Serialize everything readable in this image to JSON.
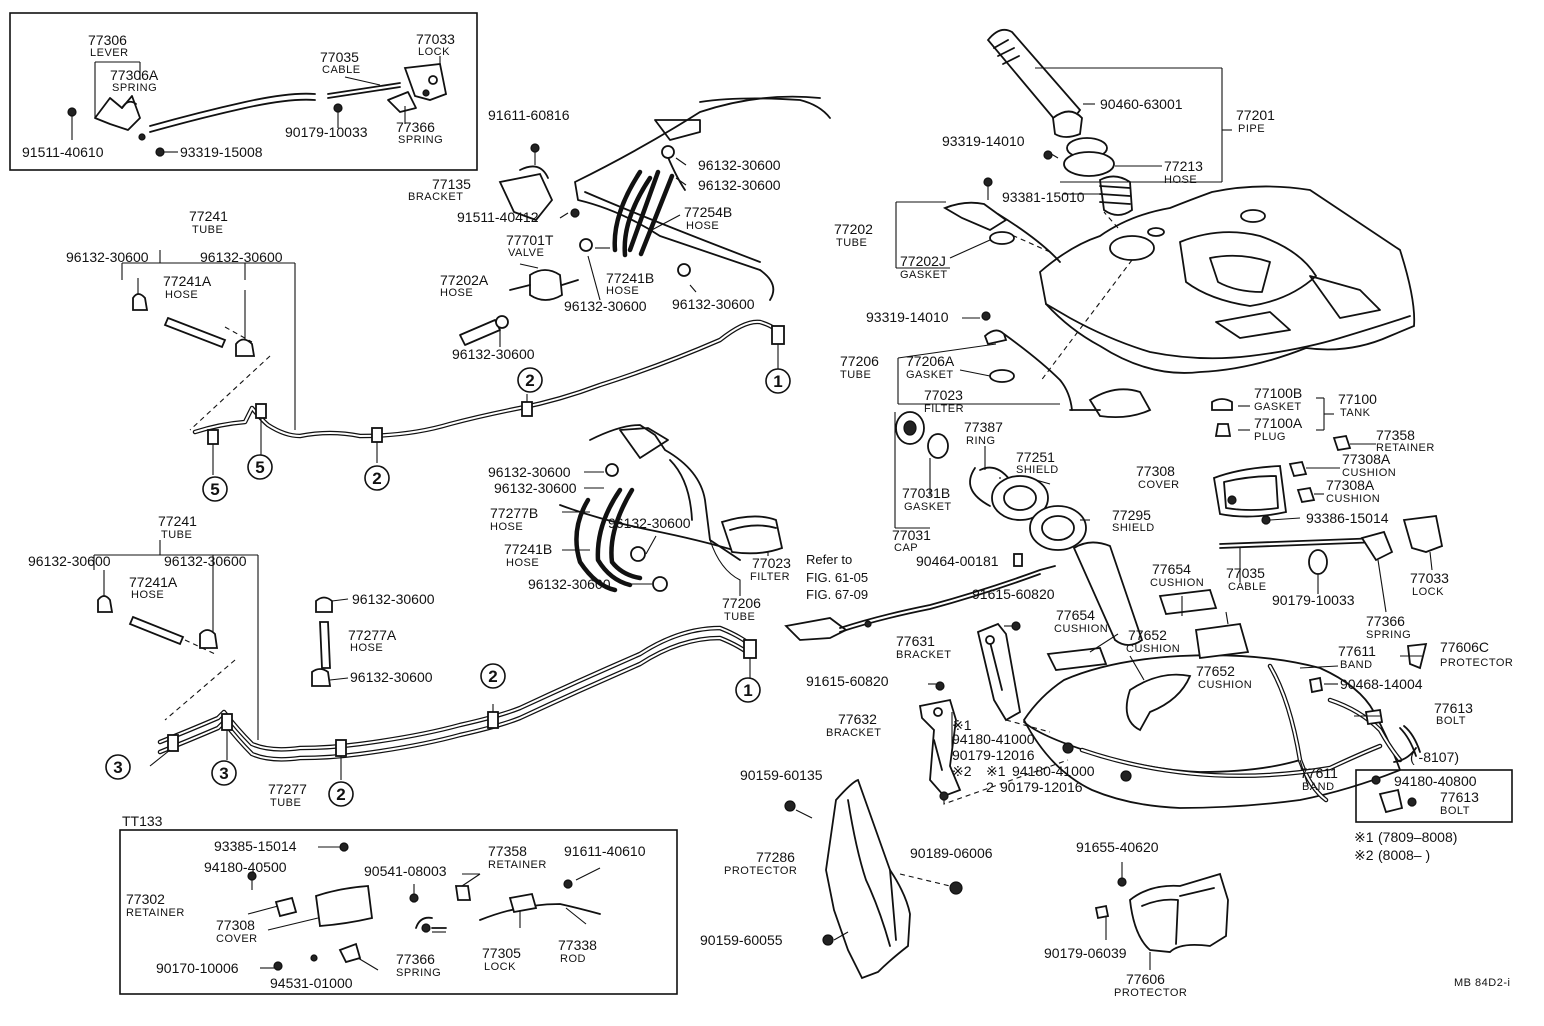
{
  "labels": {
    "l77306": {
      "num": "77306",
      "name": "LEVER"
    },
    "l77306A": {
      "num": "77306A",
      "name": "SPRING"
    },
    "l77035a": {
      "num": "77035",
      "name": "CABLE"
    },
    "l77033a": {
      "num": "77033",
      "name": "LOCK"
    },
    "l91511_40610": {
      "num": "91511-40610"
    },
    "l93319_15008": {
      "num": "93319-15008"
    },
    "l90179_10033a": {
      "num": "90179-10033"
    },
    "l77366a": {
      "num": "77366",
      "name": "SPRING"
    },
    "l91611_60816": {
      "num": "91611-60816"
    },
    "l96132_30600_t1": {
      "num": "96132-30600"
    },
    "l96132_30600_t2": {
      "num": "96132-30600"
    },
    "l77135": {
      "num": "77135",
      "name": "BRACKET"
    },
    "l91511_40412": {
      "num": "91511-40412"
    },
    "l77254B": {
      "num": "77254B",
      "name": "HOSE"
    },
    "l77701T": {
      "num": "77701T",
      "name": "VALVE"
    },
    "l77202A": {
      "num": "77202A",
      "name": "HOSE"
    },
    "l77241B_a": {
      "num": "77241B",
      "name": "HOSE"
    },
    "l96132_30600_v1": {
      "num": "96132-30600"
    },
    "l96132_30600_v2": {
      "num": "96132-30600"
    },
    "l96132_30600_v3": {
      "num": "96132-30600"
    },
    "l77241_a": {
      "num": "77241",
      "name": "TUBE"
    },
    "l96132_30600_a1": {
      "num": "96132-30600"
    },
    "l96132_30600_a2": {
      "num": "96132-30600"
    },
    "l77241A_a": {
      "num": "77241A",
      "name": "HOSE"
    },
    "l77241_b": {
      "num": "77241",
      "name": "TUBE"
    },
    "l96132_30600_b1": {
      "num": "96132-30600"
    },
    "l96132_30600_b2": {
      "num": "96132-30600"
    },
    "l77241A_b": {
      "num": "77241A",
      "name": "HOSE"
    },
    "l96132_30600_c1": {
      "num": "96132-30600"
    },
    "l77277A": {
      "num": "77277A",
      "name": "HOSE"
    },
    "l96132_30600_c2": {
      "num": "96132-30600"
    },
    "l77277": {
      "num": "77277",
      "name": "TUBE"
    },
    "l96132_30600_m1": {
      "num": "96132-30600"
    },
    "l96132_30600_m2": {
      "num": "96132-30600"
    },
    "l77277B": {
      "num": "77277B",
      "name": "HOSE"
    },
    "l96132_30600_m3": {
      "num": "96132-30600"
    },
    "l77241B_b": {
      "num": "77241B",
      "name": "HOSE"
    },
    "l96132_30600_m4": {
      "num": "96132-30600"
    },
    "l77023a": {
      "num": "77023",
      "name": "FILTER"
    },
    "l77206a": {
      "num": "77206",
      "name": "TUBE"
    },
    "l90460_63001": {
      "num": "90460-63001"
    },
    "l77201": {
      "num": "77201",
      "name": "PIPE"
    },
    "l93319_14010a": {
      "num": "93319-14010"
    },
    "l77213": {
      "num": "77213",
      "name": "HOSE"
    },
    "l93381_15010": {
      "num": "93381-15010"
    },
    "l77202": {
      "num": "77202",
      "name": "TUBE"
    },
    "l77202J": {
      "num": "77202J",
      "name": "GASKET"
    },
    "l93319_14010b": {
      "num": "93319-14010"
    },
    "l77206b": {
      "num": "77206",
      "name": "TUBE"
    },
    "l77206A": {
      "num": "77206A",
      "name": "GASKET"
    },
    "l77023b": {
      "num": "77023",
      "name": "FILTER"
    },
    "l77387": {
      "num": "77387",
      "name": "RING"
    },
    "l77251": {
      "num": "77251",
      "name": "SHIELD"
    },
    "l77031B": {
      "num": "77031B",
      "name": "GASKET"
    },
    "l77031": {
      "num": "77031",
      "name": "CAP"
    },
    "l77295": {
      "num": "77295",
      "name": "SHIELD"
    },
    "l90464_00181": {
      "num": "90464-00181"
    },
    "l77100B": {
      "num": "77100B",
      "name": "GASKET"
    },
    "l77100": {
      "num": "77100",
      "name": "TANK"
    },
    "l77100A": {
      "num": "77100A",
      "name": "PLUG"
    },
    "l77358a": {
      "num": "77358",
      "name": "RETAINER"
    },
    "l77308a": {
      "num": "77308",
      "name": "COVER"
    },
    "l77308A_1": {
      "num": "77308A",
      "name": "CUSHION"
    },
    "l77308A_2": {
      "num": "77308A",
      "name": "CUSHION"
    },
    "l93386_15014": {
      "num": "93386-15014"
    },
    "l77035b": {
      "num": "77035",
      "name": "CABLE"
    },
    "l77033b": {
      "num": "77033",
      "name": "LOCK"
    },
    "l90179_10033b": {
      "num": "90179-10033"
    },
    "l77366b": {
      "num": "77366",
      "name": "SPRING"
    },
    "l77654a": {
      "num": "77654",
      "name": "CUSHION"
    },
    "l77654b": {
      "num": "77654",
      "name": "CUSHION"
    },
    "l91615_60820a": {
      "num": "91615-60820"
    },
    "l77631": {
      "num": "77631",
      "name": "BRACKET"
    },
    "l77652a": {
      "num": "77652",
      "name": "CUSHION"
    },
    "l77652b": {
      "num": "77652",
      "name": "CUSHION"
    },
    "l77611a": {
      "num": "77611",
      "name": "BAND"
    },
    "l77606C": {
      "num": "77606C",
      "name": "PROTECTOR"
    },
    "l90468_14004": {
      "num": "90468-14004"
    },
    "l77613a": {
      "num": "77613",
      "name": "BOLT"
    },
    "l91615_60820b": {
      "num": "91615-60820"
    },
    "l77632": {
      "num": "77632",
      "name": "BRACKET"
    },
    "l94180_41000a": {
      "num": "94180-41000"
    },
    "l90179_12016a": {
      "num": "90179-12016"
    },
    "l94180_41000b": {
      "num": "94180-41000"
    },
    "l90179_12016b": {
      "num": "90179-12016"
    },
    "l77611b": {
      "num": "77611",
      "name": "BAND"
    },
    "l94180_40800": {
      "num": "94180-40800"
    },
    "l77613b": {
      "num": "77613",
      "name": "BOLT"
    },
    "l90159_60135": {
      "num": "90159-60135"
    },
    "l77286": {
      "num": "77286",
      "name": "PROTECTOR"
    },
    "l90189_06006": {
      "num": "90189-06006"
    },
    "l90159_60055": {
      "num": "90159-60055"
    },
    "l91655_40620": {
      "num": "91655-40620"
    },
    "l90179_06039": {
      "num": "90179-06039"
    },
    "l77606": {
      "num": "77606",
      "name": "PROTECTOR"
    },
    "l93385_15014": {
      "num": "93385-15014"
    },
    "l94180_40500": {
      "num": "94180-40500"
    },
    "l77302": {
      "num": "77302",
      "name": "RETAINER"
    },
    "l77308c": {
      "num": "77308",
      "name": "COVER"
    },
    "l90541_08003": {
      "num": "90541-08003"
    },
    "l77358c": {
      "num": "77358",
      "name": "RETAINER"
    },
    "l91611_40610": {
      "num": "91611-40610"
    },
    "l77366c": {
      "num": "77366",
      "name": "SPRING"
    },
    "l77305": {
      "num": "77305",
      "name": "LOCK"
    },
    "l77338": {
      "num": "77338",
      "name": "ROD"
    },
    "l90170_10006": {
      "num": "90170-10006"
    },
    "l94531_01000": {
      "num": "94531-01000"
    }
  },
  "callouts": {
    "c1a": "1",
    "c1b": "1",
    "c2a": "2",
    "c2b": "2",
    "c2c": "2",
    "c2d": "2",
    "c3a": "3",
    "c3b": "3",
    "c5a": "5",
    "c5b": "5"
  },
  "marks": {
    "m1": "※1",
    "m2": "※2",
    "m3": "※1",
    "m4": "2"
  },
  "refer": {
    "line1": "Refer to",
    "line2": "FIG. 61-05",
    "line3": "FIG. 67-09"
  },
  "inset_tt133": {
    "title": "TT133"
  },
  "range_note": {
    "text": "(       -8107)"
  },
  "legend": {
    "row1_mark": "※1",
    "row1_range": "(7809–8008)",
    "row2_mark": "※2",
    "row2_range": "(8008–        )"
  },
  "footer_code": "MB 84D2-i"
}
